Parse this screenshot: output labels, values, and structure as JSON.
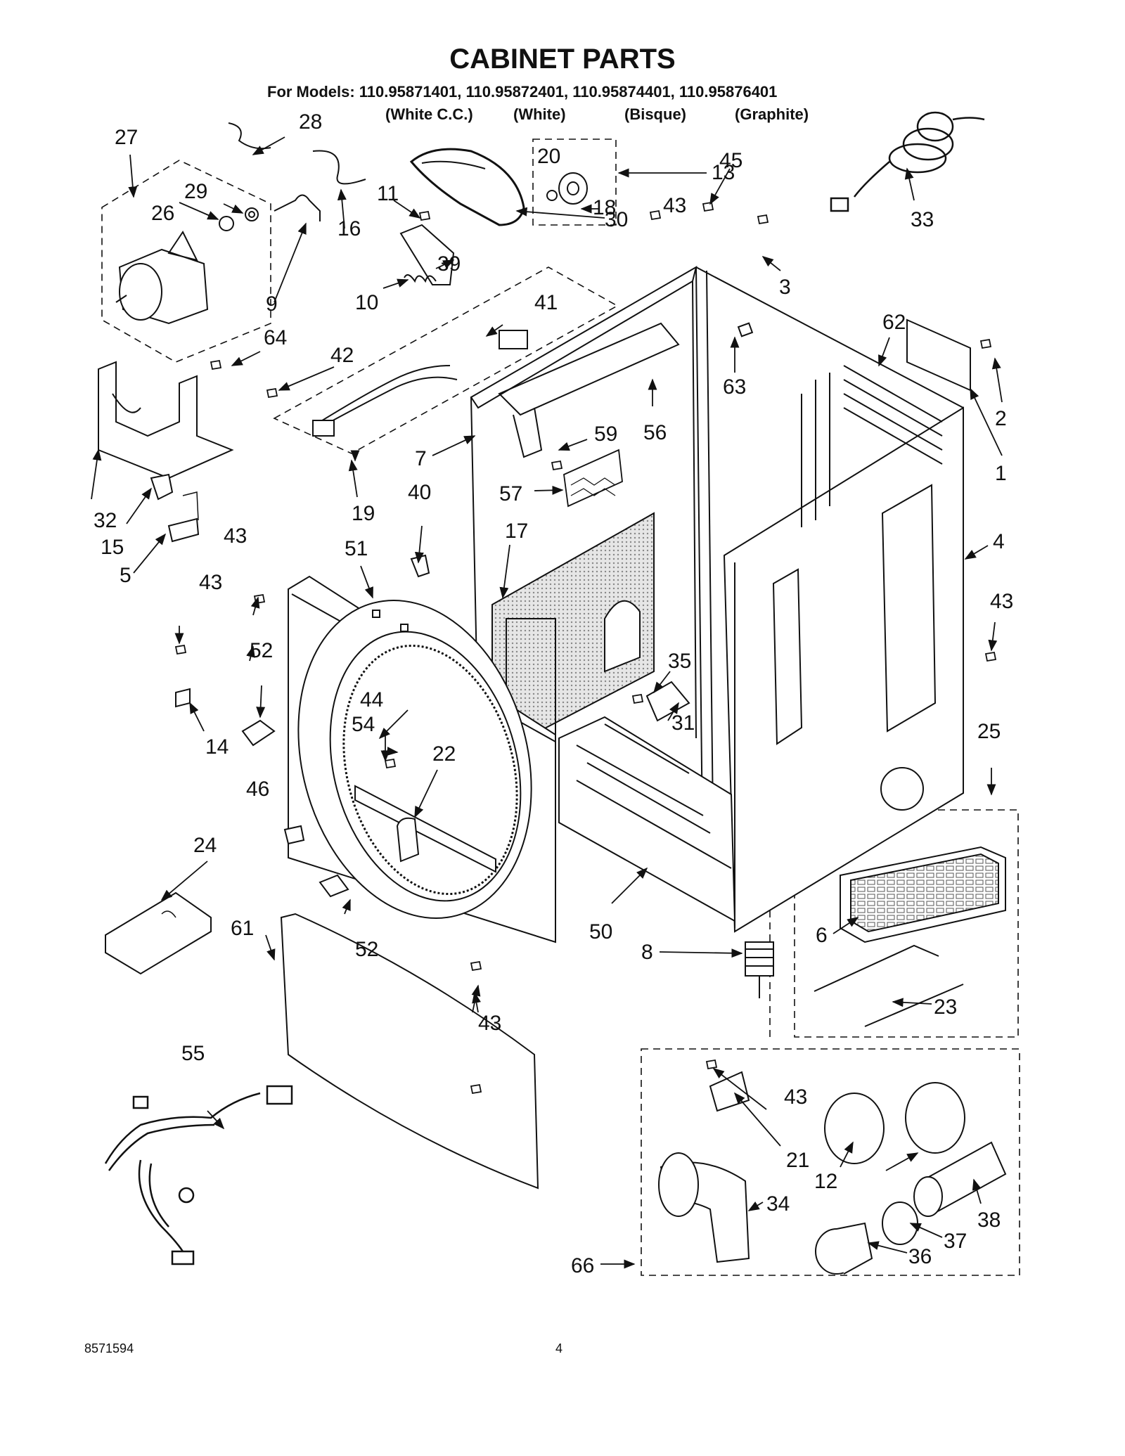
{
  "title": "CABINET PARTS",
  "models_line": "For Models: 110.95871401, 110.95872401, 110.95874401, 110.95876401",
  "color_labels": [
    "(White C.C.)",
    "(White)",
    "(Bisque)",
    "(Graphite)"
  ],
  "footer": {
    "doc_number": "8571594",
    "page_number": "4"
  },
  "callouts": [
    "1",
    "2",
    "3",
    "4",
    "5",
    "6",
    "7",
    "8",
    "9",
    "10",
    "11",
    "12",
    "13",
    "14",
    "15",
    "16",
    "17",
    "18",
    "19",
    "20",
    "21",
    "22",
    "23",
    "24",
    "25",
    "26",
    "27",
    "28",
    "29",
    "30",
    "31",
    "32",
    "33",
    "34",
    "35",
    "36",
    "37",
    "38",
    "39",
    "40",
    "41",
    "42",
    "43",
    "44",
    "45",
    "46",
    "50",
    "51",
    "52",
    "54",
    "55",
    "56",
    "57",
    "59",
    "61",
    "62",
    "63",
    "64",
    "66"
  ]
}
